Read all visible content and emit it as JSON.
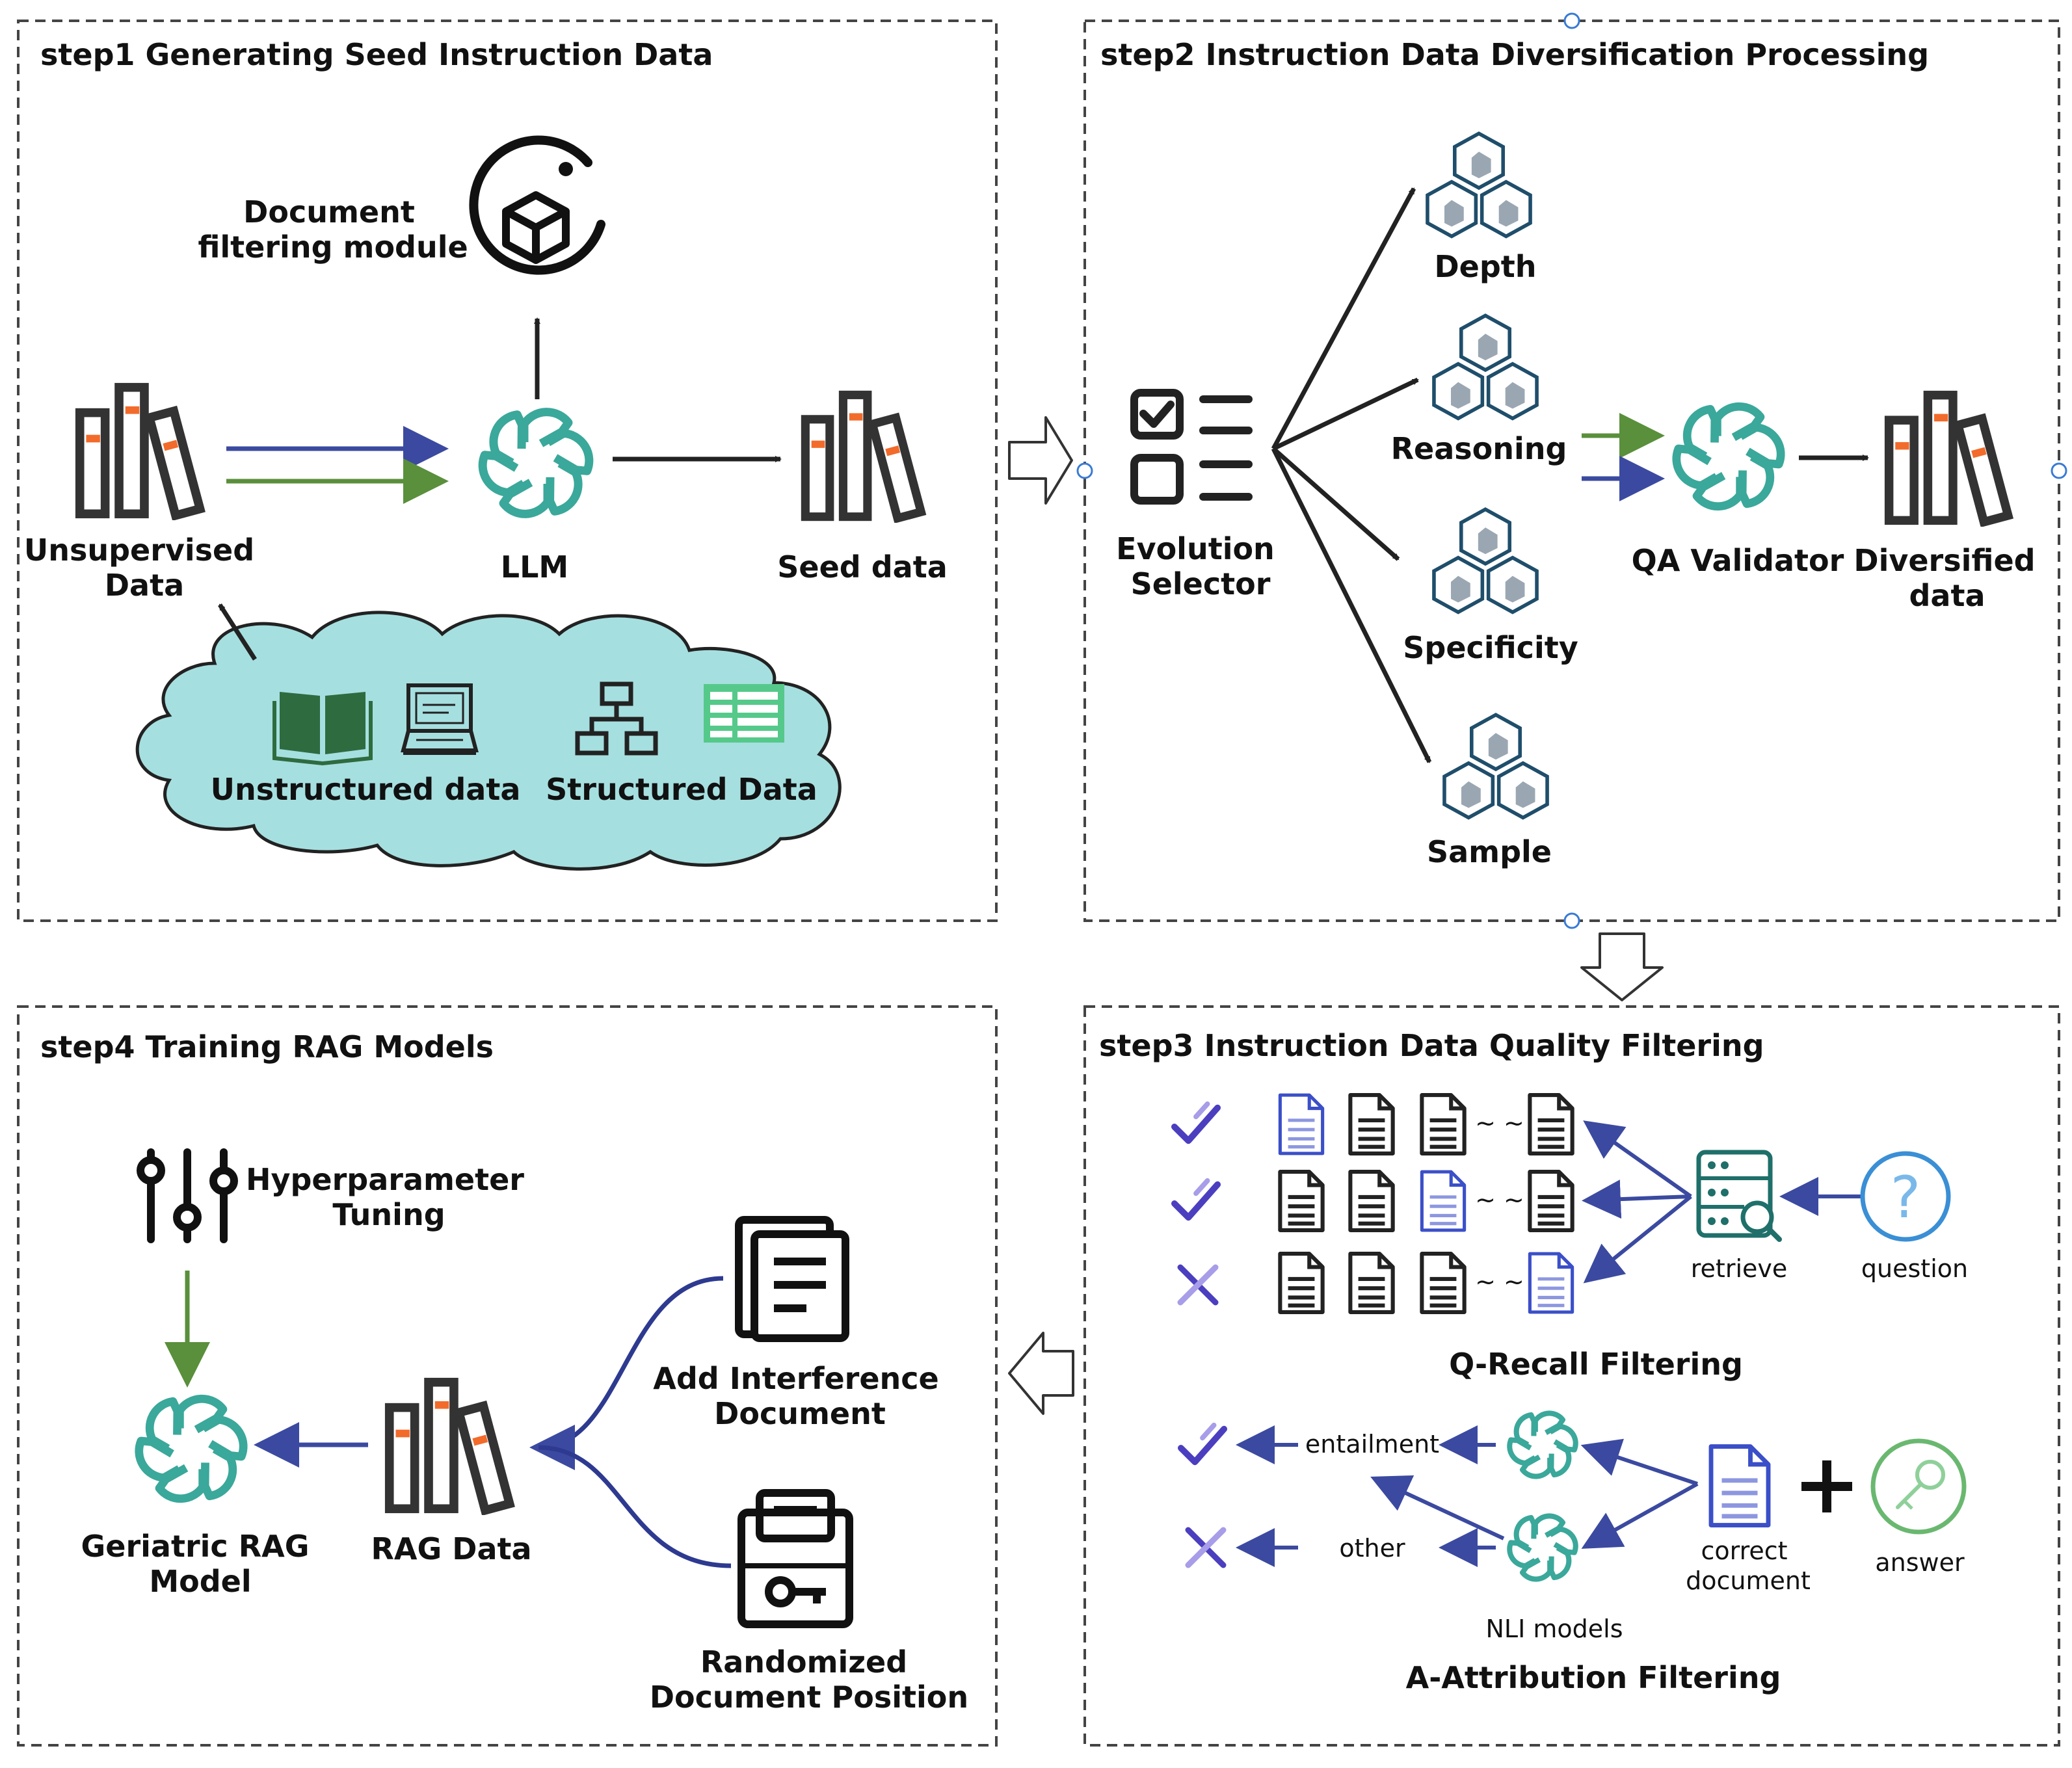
{
  "colors": {
    "blue_arrow": "#3b4aa0",
    "green_arrow": "#5a8f3c",
    "teal_logo": "#3aa89a",
    "cloud_fill": "#a6dfe0",
    "cube_stroke": "#1f4e6b",
    "purple_check": "#4b3fbf",
    "dark": "#222222",
    "orange_band": "#f26b2b"
  },
  "step1": {
    "title": "step1 Generating Seed Instruction Data",
    "doc_filter_line1": "Document",
    "doc_filter_line2": "filtering module",
    "unsup_line1": "Unsupervised",
    "unsup_line2": "Data",
    "llm": "LLM",
    "seed": "Seed data",
    "unstructured": "Unstructured data",
    "structured": "Structured Data"
  },
  "step2": {
    "title": "step2 Instruction Data Diversification Processing",
    "evo_line1": "Evolution",
    "evo_line2": "Selector",
    "depth": "Depth",
    "reasoning": "Reasoning",
    "specificity": "Specificity",
    "sample": "Sample",
    "qa": "QA Validator",
    "div_line1": "Diversified",
    "div_line2": "data"
  },
  "step3": {
    "title": "step3 Instruction Data Quality Filtering",
    "retrieve": "retrieve",
    "question": "question",
    "qrecall": "Q-Recall Filtering",
    "entailment": "entailment",
    "other": "other",
    "correct_line1": "correct",
    "correct_line2": "document",
    "answer": "answer",
    "nli": "NLI models",
    "aattr": "A-Attribution Filtering",
    "tilde": "~ ~"
  },
  "step4": {
    "title": "step4 Training RAG Models",
    "hyper_line1": "Hyperparameter",
    "hyper_line2": "Tuning",
    "geri_line1": "Geriatric RAG",
    "geri_line2": "Model",
    "rag": "RAG Data",
    "interf_line1": "Add Interference",
    "interf_line2": "Document",
    "rand_line1": "Randomized",
    "rand_line2": "Document Position"
  }
}
